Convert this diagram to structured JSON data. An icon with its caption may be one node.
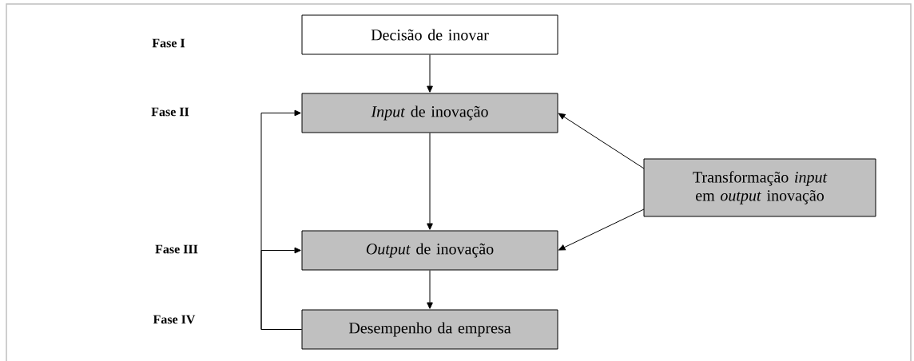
{
  "diagram": {
    "nodes": [
      {
        "text": [
          "Decisão de inovar"
        ]
      },
      {
        "text": [
          "*Input* de inovação"
        ]
      },
      {
        "text": [
          "*Output* de inovação"
        ]
      },
      {
        "text": [
          "Desempenho da empresa"
        ]
      },
      {
        "text": [
          "Transformação *input* em *output* inovação"
        ]
      }
    ],
    "edges": [
      {
        "from": 0,
        "to": 1,
        "arrow": "to"
      },
      {
        "from": 1,
        "to": 2,
        "arrow": "to"
      },
      {
        "from": 2,
        "to": 3,
        "arrow": "to"
      },
      {
        "from": 4,
        "to": 1,
        "arrow": "to"
      },
      {
        "from": 4,
        "to": 2,
        "arrow": "to"
      },
      {
        "from": 3,
        "to": 1,
        "arrow": "to"
      },
      {
        "from": 3,
        "to": 2,
        "arrow": "to"
      }
    ],
    "labels": [
      "Fase I",
      "Fase II",
      "Fase III",
      "Fase IV"
    ]
  }
}
